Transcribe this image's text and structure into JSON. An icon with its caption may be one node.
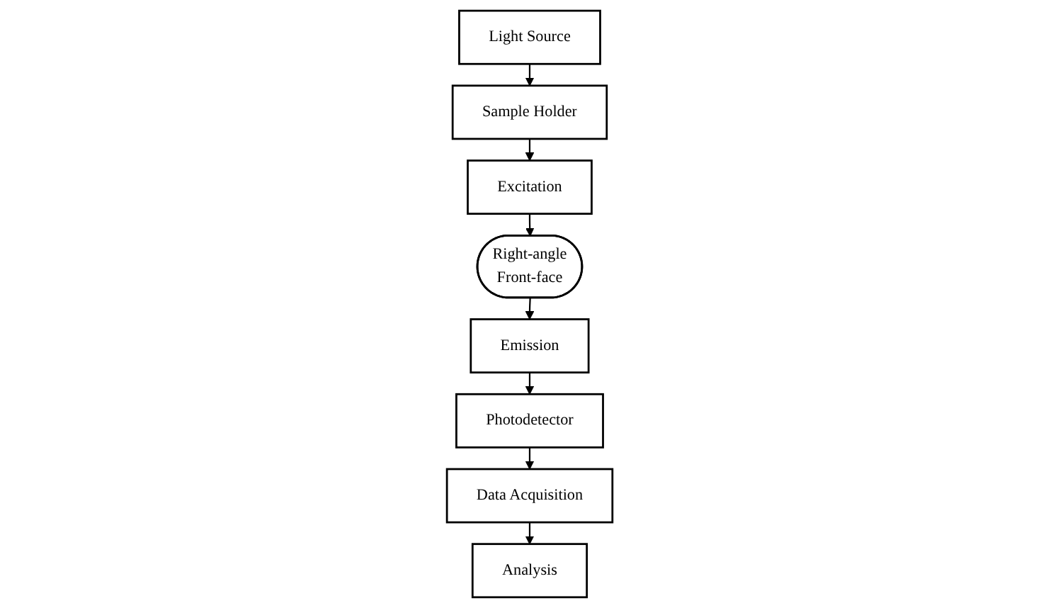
{
  "diagram": {
    "nodes": [
      {
        "text": [
          "Light Source"
        ]
      },
      {
        "text": [
          "Sample Holder"
        ]
      },
      {
        "text": [
          "Excitation"
        ]
      },
      {
        "text": [
          "Right-angle",
          "Front-face"
        ]
      },
      {
        "text": [
          "Emission"
        ]
      },
      {
        "text": [
          "Photodetector"
        ]
      },
      {
        "text": [
          "Data Acquisition"
        ]
      },
      {
        "text": [
          "Analysis"
        ]
      }
    ],
    "edges": [
      {
        "from": 0,
        "to": 1,
        "arrow": "to"
      },
      {
        "from": 1,
        "to": 2,
        "arrow": "to"
      },
      {
        "from": 2,
        "to": 3,
        "arrow": "to"
      },
      {
        "from": 3,
        "to": 4,
        "arrow": "to"
      },
      {
        "from": 4,
        "to": 5,
        "arrow": "to"
      },
      {
        "from": 5,
        "to": 6,
        "arrow": "to"
      },
      {
        "from": 6,
        "to": 7,
        "arrow": "to"
      }
    ]
  }
}
